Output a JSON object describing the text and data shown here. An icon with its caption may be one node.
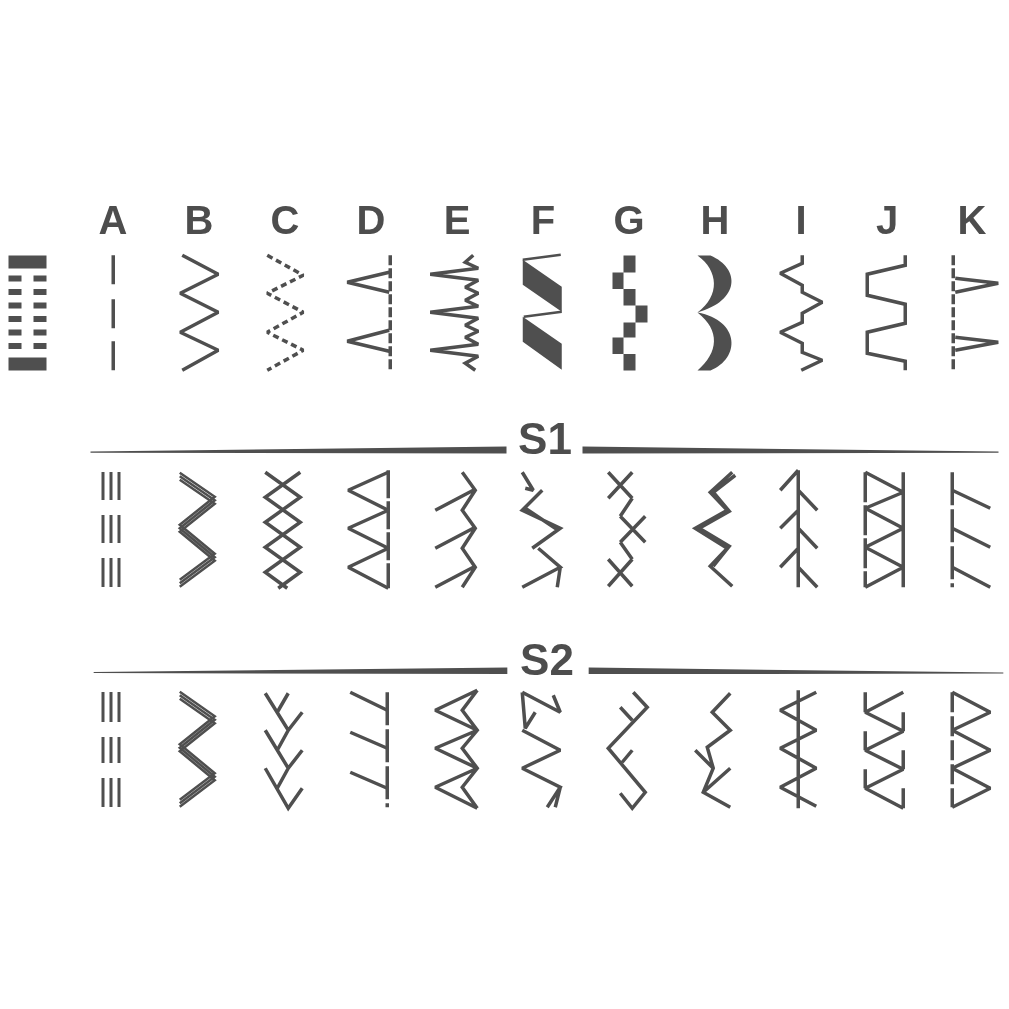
{
  "diagram": {
    "labels": [
      "A",
      "B",
      "C",
      "D",
      "E",
      "F",
      "G",
      "H",
      "I",
      "J",
      "K",
      "S1",
      "S2"
    ]
  }
}
